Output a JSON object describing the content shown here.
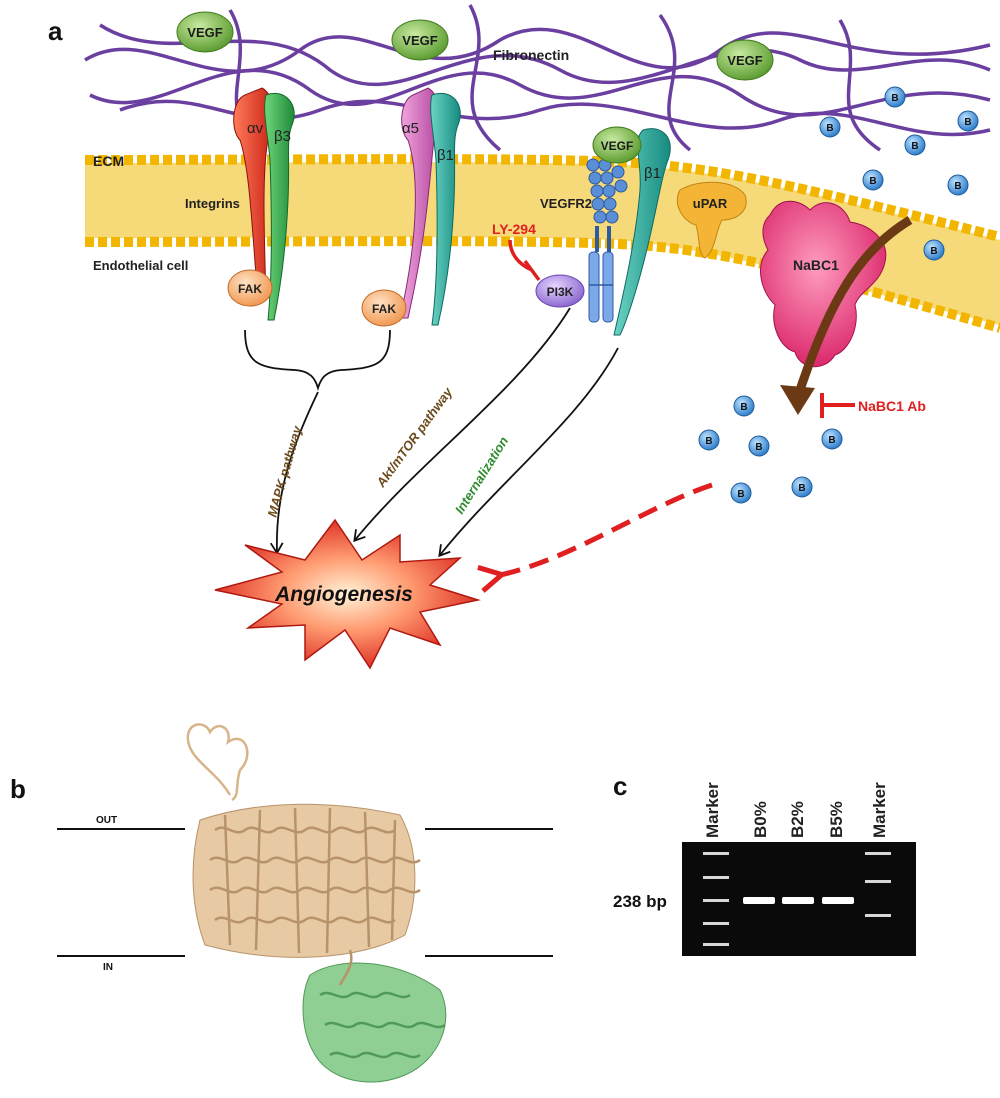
{
  "panels": {
    "a": "a",
    "b": "b",
    "c": "c"
  },
  "panel_a": {
    "vegf": "VEGF",
    "fibronectin": "Fibronectin",
    "ecm": "ECM",
    "integrins": "Integrins",
    "endothelial_cell": "Endothelial cell",
    "alpha_v": "αv",
    "beta3": "β3",
    "alpha5": "α5",
    "beta1": "β1",
    "fak": "FAK",
    "vegfr2": "VEGFR2",
    "upar": "uPAR",
    "ly294": "LY-294",
    "pi3k": "PI3K",
    "nabc1": "NaBC1",
    "nabc1_ab": "NaBC1 Ab",
    "boron": "B",
    "mapk_pathway": "MAPK pathway",
    "akt_pathway": "Akt/mTOR pathway",
    "internalization": "Internalization",
    "angiogenesis": "Angiogenesis"
  },
  "panel_b": {
    "out": "OUT",
    "in": "IN"
  },
  "panel_c": {
    "lanes": [
      "Marker",
      "B0%",
      "B2%",
      "B5%",
      "Marker"
    ],
    "band_label": "238 bp"
  },
  "colors": {
    "fibronectin": "#6a3fa0",
    "membrane": "#f2c230",
    "vegf": "#7cbf4a",
    "boron": "#3d8fd6",
    "inhibitor": "#e02020",
    "nabc1": "#e0407a",
    "mapk_text": "#6b4a1c",
    "internalization_text": "#2e8b2e",
    "protein_tm": "#e7c9a3",
    "protein_cyto": "#8fcf94"
  }
}
